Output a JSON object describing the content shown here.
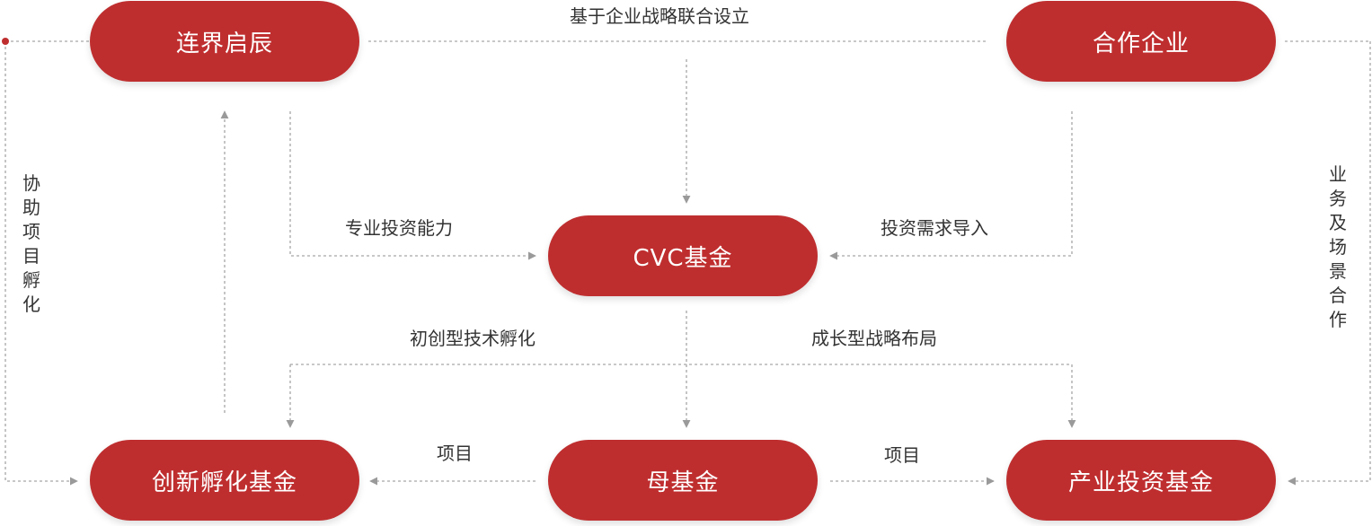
{
  "colors": {
    "node_fill": "#bf2e2f",
    "line": "#9a9a9a",
    "text": "#333333"
  },
  "nodes": {
    "lianjie": "连界启辰",
    "partner": "合作企业",
    "cvc": "CVC基金",
    "incubation_fund": "创新孵化基金",
    "mother_fund": "母基金",
    "industry_fund": "产业投资基金"
  },
  "labels": {
    "top": "基于企业战略联合设立",
    "pro_invest": "专业投资能力",
    "demand_import": "投资需求导入",
    "early_tech": "初创型技术孵化",
    "growth_strategy": "成长型战略布局",
    "project_left": "项目",
    "project_right": "项目",
    "assist_incubation": "协助项目孵化",
    "business_coop": "业务及场景合作"
  }
}
